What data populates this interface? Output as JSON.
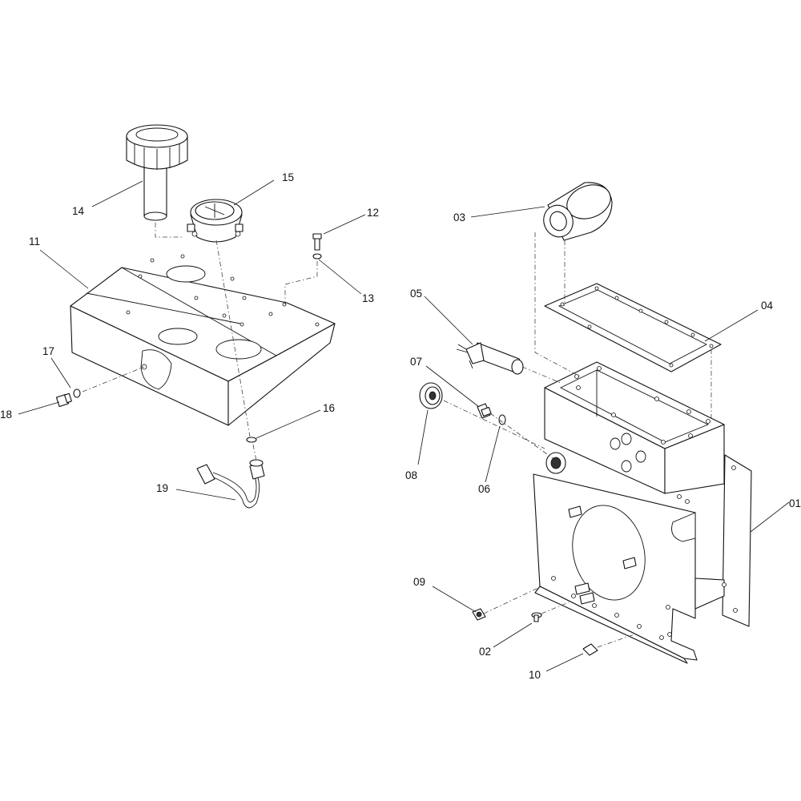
{
  "labels": {
    "l01": "01",
    "l02": "02",
    "l03": "03",
    "l04": "04",
    "l05": "05",
    "l06": "06",
    "l07": "07",
    "l08": "08",
    "l09": "09",
    "l10": "10",
    "l11": "11",
    "l12": "12",
    "l13": "13",
    "l14": "14",
    "l15": "15",
    "l16": "16",
    "l17": "17",
    "l18": "18",
    "l19": "19"
  }
}
